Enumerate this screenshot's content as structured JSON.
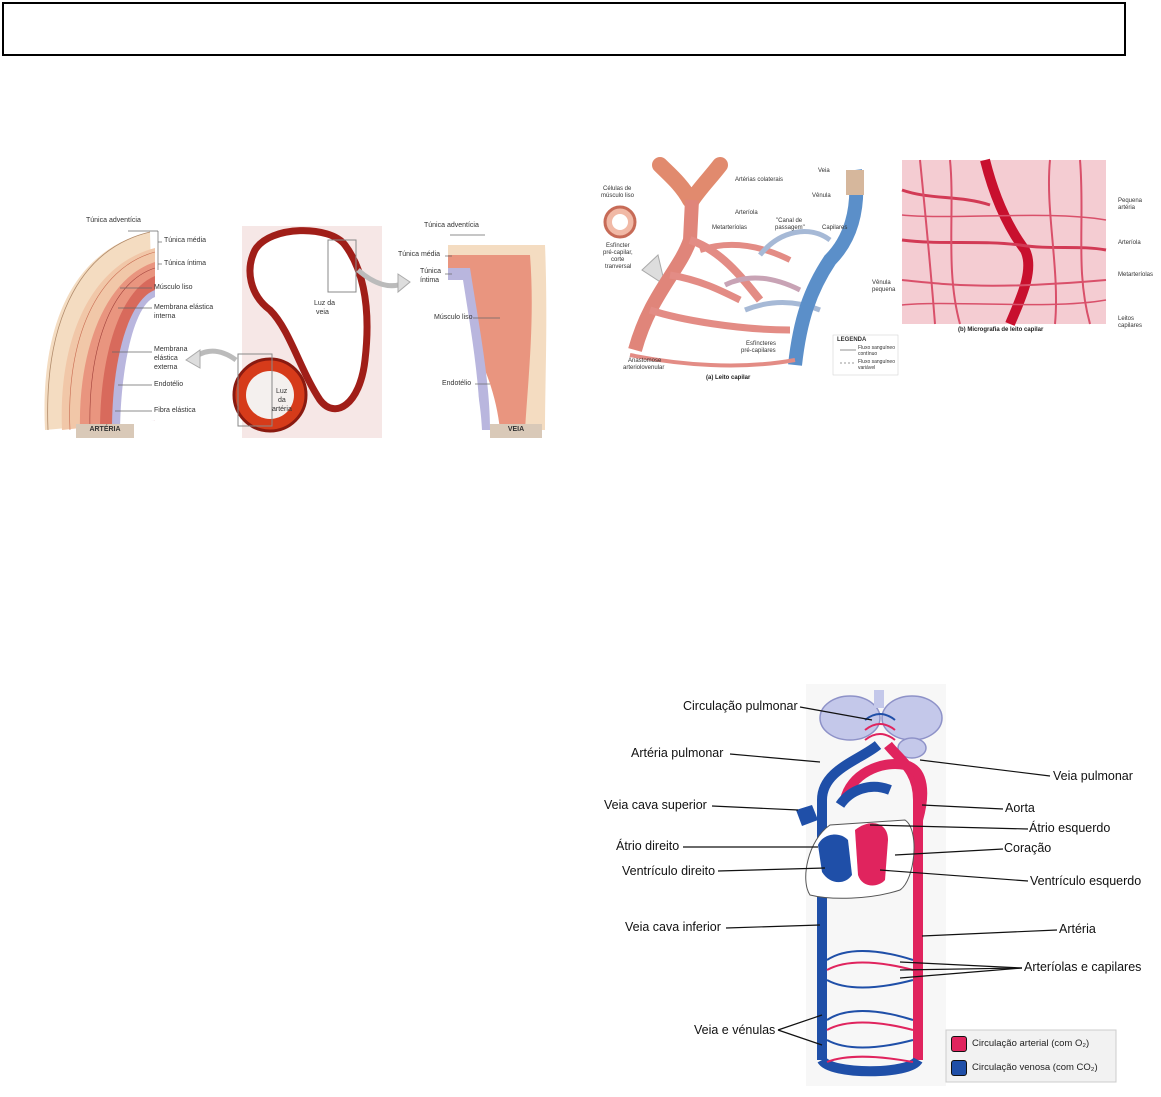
{
  "header_box": {
    "text": ""
  },
  "vessels_figure": {
    "left_panel": {
      "tag": "ARTÉRIA",
      "labels": {
        "tunica_adventicia": "Túnica adventícia",
        "tunica_media": "Túnica média",
        "tunica_intima": "Túnica íntima",
        "musculo_liso": "Músculo liso",
        "membrana_interna_1": "Membrana elástica",
        "membrana_interna_2": "interna",
        "membrana_externa_1": "Membrana",
        "membrana_externa_2": "elástica",
        "membrana_externa_3": "externa",
        "endotelio": "Endotélio",
        "fibra_elastica": "Fibra elástica"
      }
    },
    "micrograph": {
      "luz_veia_1": "Luz da",
      "luz_veia_2": "veia",
      "luz_arteria_1": "Luz",
      "luz_arteria_2": "da",
      "luz_arteria_3": "artéria"
    },
    "right_panel": {
      "tag": "VEIA",
      "labels": {
        "tunica_adventicia": "Túnica adventícia",
        "tunica_media": "Túnica média",
        "tunica_intima_1": "Túnica",
        "tunica_intima_2": "íntima",
        "musculo_liso": "Músculo liso",
        "endotelio": "Endotélio"
      }
    }
  },
  "capillary_figure": {
    "labels": {
      "celulas_1": "Células de",
      "celulas_2": "músculo liso",
      "esfincter_1": "Esfíncter",
      "esfincter_2": "pré-capilar,",
      "esfincter_3": "corte",
      "esfincter_4": "tranversal",
      "arterias_colaterais": "Artérias colaterais",
      "arteriola": "Arteríola",
      "metarteriolas": "Metarteríolas",
      "canal_1": "\"Canal de",
      "canal_2": "passagem\"",
      "capilares": "Capilares",
      "veia": "Veia",
      "venula": "Vênula",
      "venula_pequena_1": "Vênula",
      "venula_pequena_2": "pequena",
      "esfincteres_1": "Esfíncteres",
      "esfincteres_2": "pré-capilares",
      "anastomose_1": "Anastomose",
      "anastomose_2": "arteriolovenular",
      "legenda": "LEGENDA",
      "fluxo_continuo_1": "Fluxo sanguíneo",
      "fluxo_continuo_2": "contínuo",
      "fluxo_variavel_1": "Fluxo sanguíneo",
      "fluxo_variavel_2": "variável",
      "caption_a": "(a) Leito capilar"
    },
    "micrograph_labels": {
      "pequena_arteria_1": "Pequena",
      "pequena_arteria_2": "artéria",
      "arteriola": "Arteríola",
      "metarteriolas": "Metarteríolas",
      "leitos_1": "Leitos",
      "leitos_2": "capilares",
      "caption_b": "(b) Micrografia de leito capilar"
    }
  },
  "circulation_figure": {
    "labels": {
      "circulacao_pulmonar": "Circulação pulmonar",
      "arteria_pulmonar": "Artéria pulmonar",
      "veia_cava_superior": "Veia cava superior",
      "atrio_direito": "Átrio direito",
      "ventriculo_direito": "Ventrículo direito",
      "veia_cava_inferior": "Veia cava inferior",
      "veia_e_venulas": "Veia e vénulas",
      "veia_pulmonar": "Veia pulmonar",
      "aorta": "Aorta",
      "atrio_esquerdo": "Átrio esquerdo",
      "coracao": "Coração",
      "ventriculo_esquerdo": "Ventrículo esquerdo",
      "arteria": "Artéria",
      "arteriolas_e_capilares": "Arteríolas e capilares"
    },
    "legend": [
      {
        "label": "Circulação arterial (com O₂)",
        "color": "#e0245e"
      },
      {
        "label": "Circulação venosa (com CO₂)",
        "color": "#1f4fa8"
      }
    ]
  },
  "colors": {
    "artery_red": "#e0245e",
    "vein_blue": "#1f4fa8",
    "tissue_pink": "#f2b7a8",
    "micro_red": "#c8102e"
  }
}
